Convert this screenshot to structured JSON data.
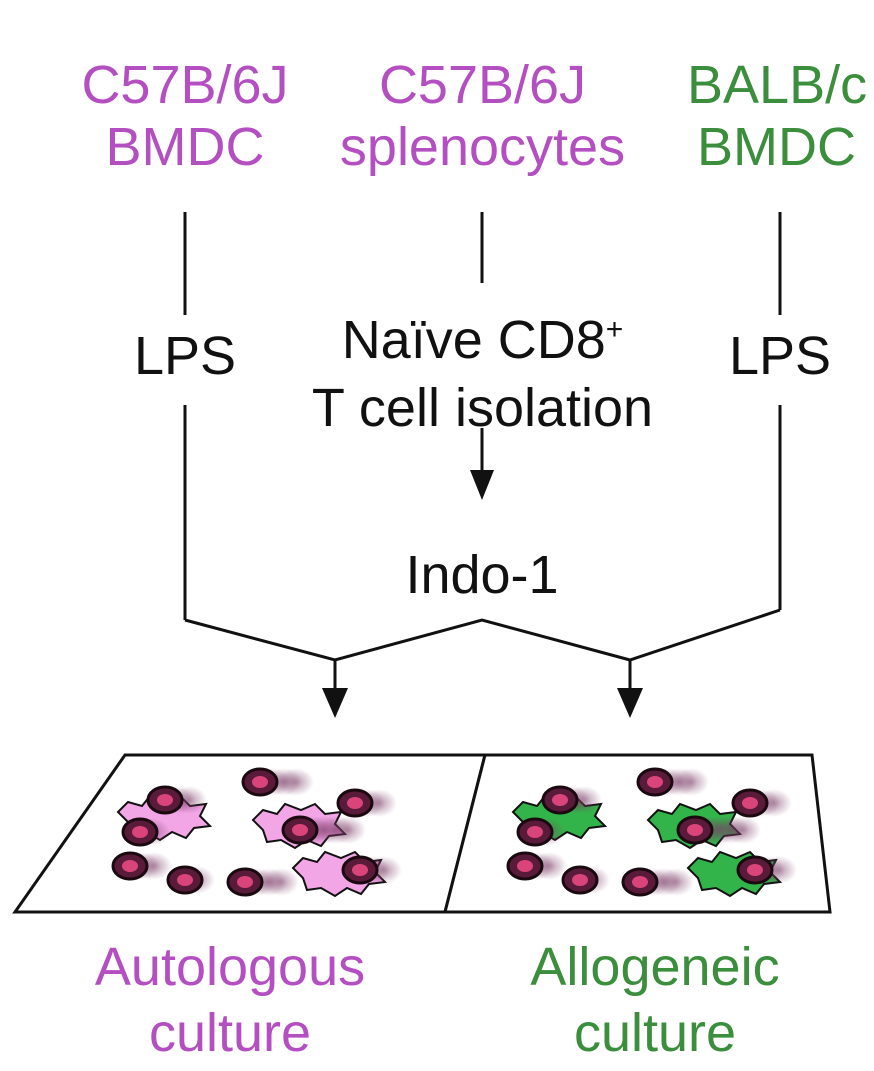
{
  "colors": {
    "purple": "#B44FC2",
    "green": "#3A8E3C",
    "line": "#111111",
    "cell_dark": "#5A1A3A",
    "cell_ring": "#1A0A10",
    "cell_core": "#D9457A",
    "dc_pink": "#F2A6E6",
    "dc_green": "#33B44A"
  },
  "sources": [
    {
      "line1": "C57B/6J",
      "line2": "BMDC"
    },
    {
      "line1": "C57B/6J",
      "line2": "splenocytes"
    },
    {
      "line1": "BALB/c",
      "line2": "BMDC"
    }
  ],
  "steps": {
    "lps_left": "LPS",
    "lps_right": "LPS",
    "isolation_line1": "Naïve CD8",
    "isolation_sup": "+",
    "isolation_line2": "T cell isolation",
    "indo": "Indo-1"
  },
  "outputs": [
    {
      "line1": "Autologous",
      "line2": "culture"
    },
    {
      "line1": "Allogeneic",
      "line2": "culture"
    }
  ]
}
